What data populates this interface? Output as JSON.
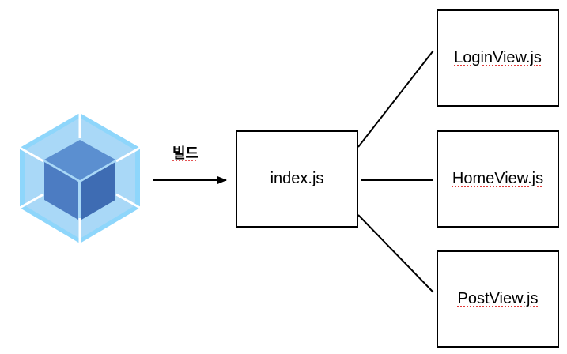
{
  "logo": {
    "icon": "webpack-cube-icon",
    "colors": {
      "outer": "#8ed6fb",
      "outer_light": "#a9d8f7",
      "inner_top": "#5b8fd0",
      "inner_left": "#4c7cc2",
      "inner_right": "#3e6cb3"
    }
  },
  "build_label": "빌드",
  "nodes": {
    "index": "index.js",
    "login": "LoginView.js",
    "home": "HomeView.js",
    "post": "PostView.js"
  }
}
